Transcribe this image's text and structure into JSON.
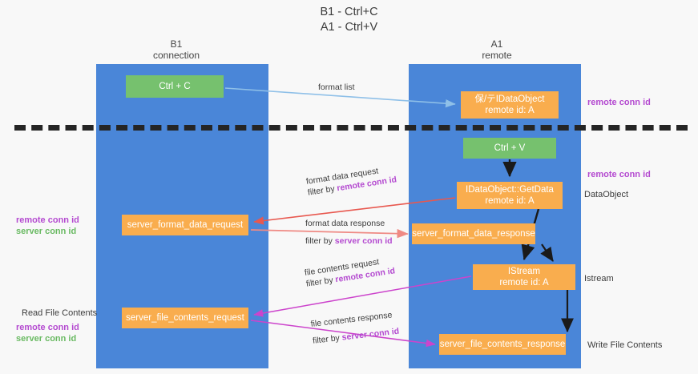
{
  "title": {
    "line1": "B1 - Ctrl+C",
    "line2": "A1 - Ctrl+V"
  },
  "columns": [
    {
      "id": "b1",
      "name": "B1",
      "role": "connection"
    },
    {
      "id": "a1",
      "name": "A1",
      "role": "remote"
    }
  ],
  "nodes": {
    "ctrl_c": {
      "label": "Ctrl + C",
      "sub": "",
      "color": "#76c16e"
    },
    "dataobject": {
      "label": "保/テIDataObject",
      "sub": "remote id: A",
      "color": "#f9ad4e"
    },
    "ctrl_v": {
      "label": "Ctrl + V",
      "sub": "",
      "color": "#76c16e"
    },
    "getdata": {
      "label": "IDataObject::GetData",
      "sub": "remote id: A",
      "color": "#f9ad4e"
    },
    "fmt_request": {
      "label": "server_format_data_request",
      "sub": "",
      "color": "#f9ad4e"
    },
    "fmt_response": {
      "label": "server_format_data_response",
      "sub": "",
      "color": "#f9ad4e"
    },
    "istream": {
      "label": "IStream",
      "sub": "remote id: A",
      "color": "#f9ad4e"
    },
    "file_request": {
      "label": "server_file_contents_request",
      "sub": "",
      "color": "#f9ad4e"
    },
    "file_response": {
      "label": "server_file_contents_response",
      "sub": "",
      "color": "#f9ad4e"
    }
  },
  "edges": {
    "format_list": {
      "label": "format list",
      "color": "#8fc0e8"
    },
    "format_data_req": {
      "line1": "format data request",
      "line2_prefix": "filter by ",
      "line2_highlight": "remote conn id",
      "color": "#e8584f"
    },
    "format_data_resp": {
      "line1": "format data response",
      "line2_prefix": "filter by ",
      "line2_highlight": "server conn id",
      "color": "#ef8a84"
    },
    "file_contents_req": {
      "line1": "file contents request",
      "line2_prefix": "filter by ",
      "line2_highlight": "remote conn id",
      "color": "#cc44cc"
    },
    "file_contents_resp": {
      "line1": "file contents response",
      "line2_prefix": "filter by ",
      "line2_highlight": "server conn id",
      "color": "#cc44cc"
    }
  },
  "annotations": {
    "remote_conn_id_top": "remote conn id",
    "remote_conn_id_mid": "remote conn id",
    "dataobject": "DataObject",
    "istream": "Istream",
    "write_file_contents": "Write File Contents",
    "read_file_contents": "Read File Contents",
    "left_mid_remote": "remote conn id",
    "left_mid_server": "server conn id",
    "left_bot_remote": "remote conn id",
    "left_bot_server": "server conn id"
  },
  "colors": {
    "lane": "#4a86d8",
    "green_node": "#76c16e",
    "orange_node": "#f9ad4e",
    "purple_label": "#b44ad0",
    "green_label": "#6aba63",
    "divider": "#252525"
  }
}
